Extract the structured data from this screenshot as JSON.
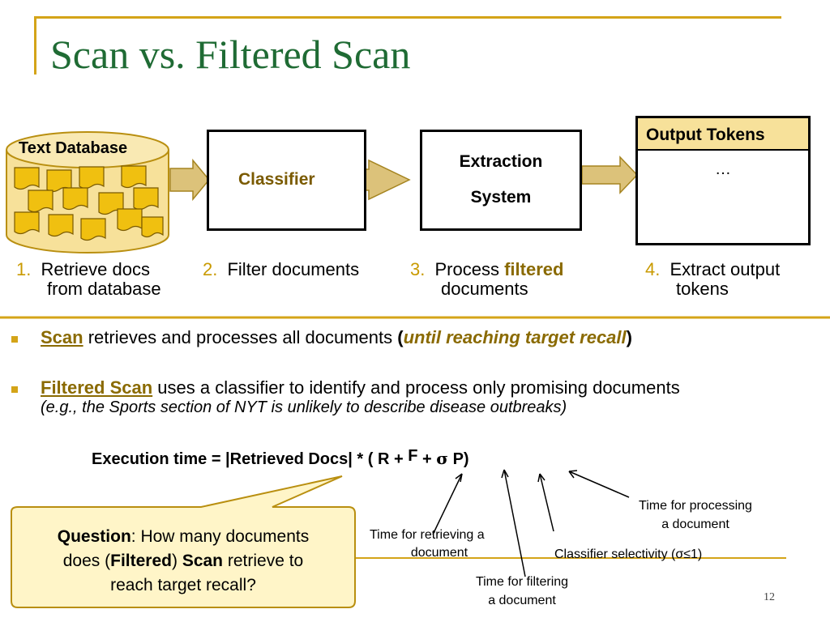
{
  "title": "Scan vs. Filtered Scan",
  "diagram": {
    "db_label": "Text Database",
    "classifier_label": "Classifier",
    "extraction_line1": "Extraction",
    "extraction_line2": "System",
    "output_header": "Output Tokens",
    "output_ellipsis": "…"
  },
  "steps": [
    {
      "num": "1.",
      "line1": "Retrieve docs",
      "line2": "from database"
    },
    {
      "num": "2.",
      "line1": "Filter documents"
    },
    {
      "num": "3.",
      "line1_a": "Process ",
      "line1_b": "filtered",
      "line2": "documents"
    },
    {
      "num": "4.",
      "line1": "Extract output",
      "line2": "tokens"
    }
  ],
  "bullets": {
    "b1_term": "Scan",
    "b1_text": " retrieves and processes all documents ",
    "b1_paren_open": "(",
    "b1_italic": "until reaching target recall",
    "b1_paren_close": ")",
    "b2_term": "Filtered Scan",
    "b2_text": " uses a classifier to identify and process only promising documents",
    "b2_example": "(e.g., the Sports section of NYT is unlikely to describe disease outbreaks)"
  },
  "formula": {
    "lhs": "Execution time = |Retrieved Docs| * ( R +",
    "f": "F",
    "plus": "+",
    "sigma": "σ",
    "p": "P)"
  },
  "annotations": {
    "retrieve_line1": "Time for retrieving a",
    "retrieve_line2": "document",
    "filter_line1": "Time for filtering",
    "filter_line2": "a document",
    "selectivity": "Classifier selectivity (σ≤1)",
    "processing_line1": "Time for processing",
    "processing_line2": "a document"
  },
  "question": {
    "label": "Question",
    "t1": ": How many documents",
    "t2": "does (",
    "filtered": "Filtered",
    "t3": ") ",
    "scan": "Scan",
    "t4": " retrieve to",
    "t5": "reach target recall?"
  },
  "page_number": "12",
  "colors": {
    "title_green": "#1f6b34",
    "gold": "#d4a418",
    "doc_fill": "#f0c010",
    "cylinder_fill": "#f7e19a",
    "callout_fill": "#fff5c8"
  }
}
